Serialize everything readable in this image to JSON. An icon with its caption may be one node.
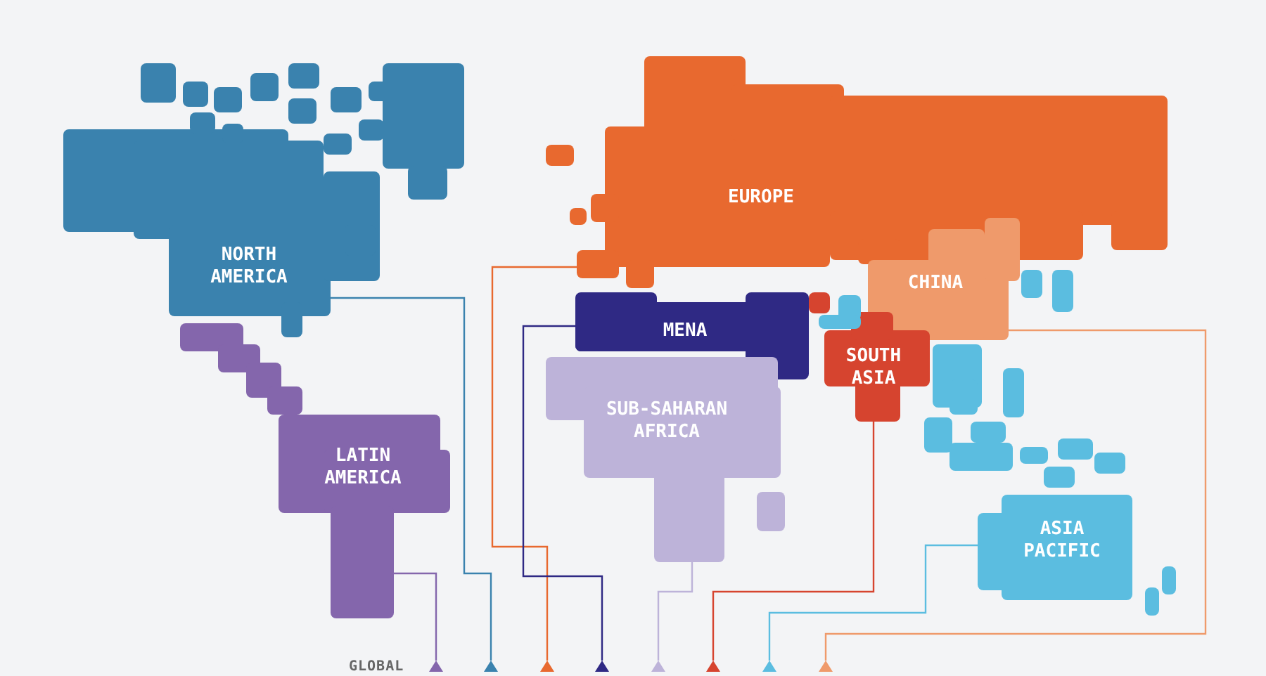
{
  "diagram": {
    "nodes": [
      {
        "text": [
          "NORTH AMERICA"
        ]
      },
      {
        "text": [
          "EUROPE"
        ]
      },
      {
        "text": [
          "MENA"
        ]
      },
      {
        "text": [
          "CHINA"
        ]
      },
      {
        "text": [
          "SOUTH ASIA"
        ]
      },
      {
        "text": [
          "SUB-SAHARAN AFRICA"
        ]
      },
      {
        "text": [
          "LATIN AMERICA"
        ]
      },
      {
        "text": [
          "ASIA PACIFIC"
        ]
      },
      {
        "text": [],
        "shape": "triangle"
      },
      {
        "text": [],
        "shape": "triangle"
      },
      {
        "text": [],
        "shape": "triangle"
      },
      {
        "text": [],
        "shape": "triangle"
      },
      {
        "text": [],
        "shape": "triangle"
      },
      {
        "text": [],
        "shape": "triangle"
      },
      {
        "text": [],
        "shape": "triangle"
      },
      {
        "text": [],
        "shape": "triangle"
      }
    ],
    "edges": [
      {
        "from": 6,
        "to": 8,
        "arrow": "none",
        "color": "#8466ac"
      },
      {
        "from": 0,
        "to": 9,
        "arrow": "none",
        "color": "#3a82ae"
      },
      {
        "from": 1,
        "to": 10,
        "arrow": "none",
        "color": "#e8692f"
      },
      {
        "from": 2,
        "to": 11,
        "arrow": "none",
        "color": "#2f2984"
      },
      {
        "from": 5,
        "to": 12,
        "arrow": "none",
        "color": "#bdb3d9"
      },
      {
        "from": 4,
        "to": 13,
        "arrow": "none",
        "color": "#d6442f"
      },
      {
        "from": 7,
        "to": 14,
        "arrow": "none",
        "color": "#5bbde0"
      },
      {
        "from": 3,
        "to": 15,
        "arrow": "none",
        "color": "#ef9a6b"
      }
    ],
    "labels": [
      "GLOBAL"
    ]
  }
}
